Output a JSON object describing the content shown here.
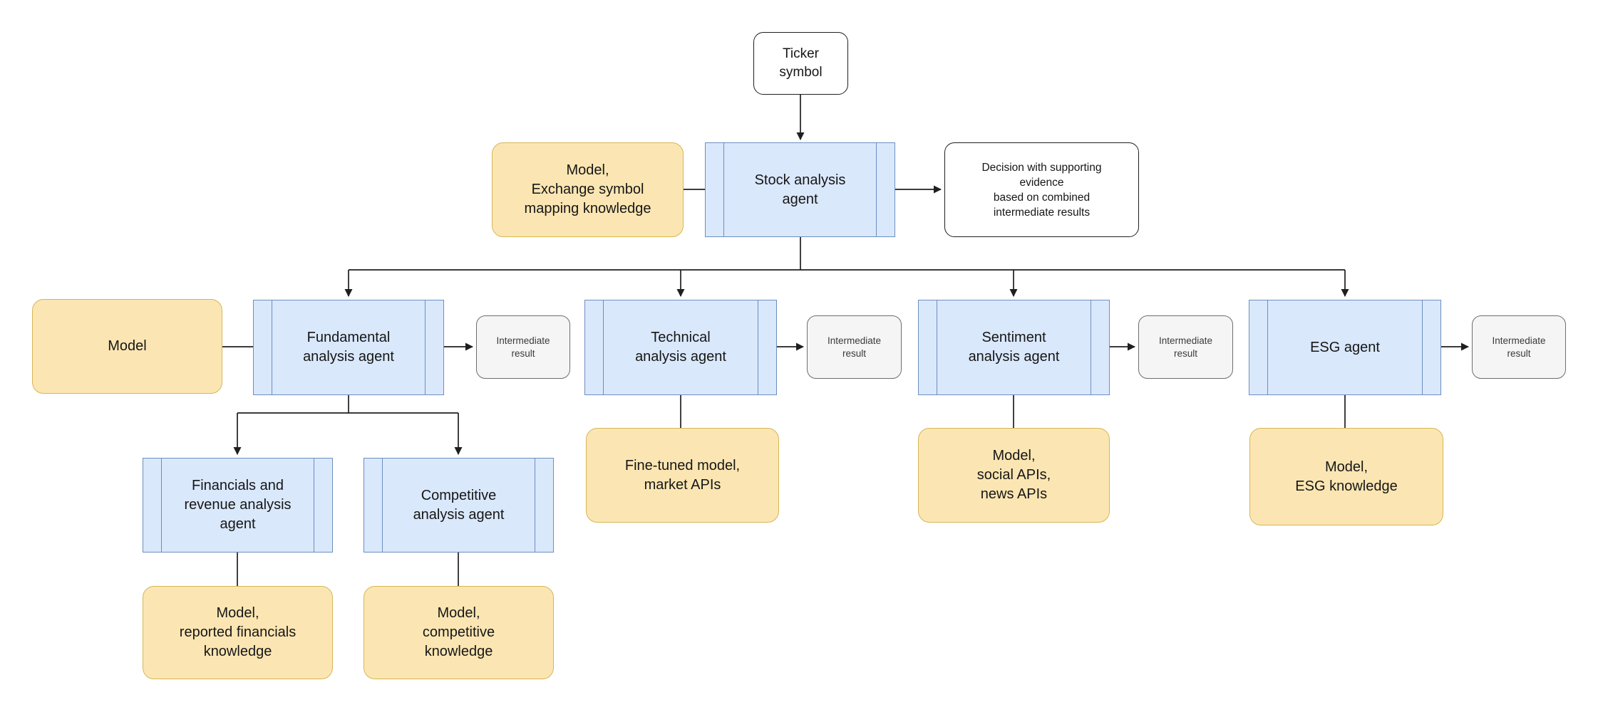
{
  "diagram_type": "flowchart",
  "colors": {
    "agent_fill": "#dae8fc",
    "agent_border": "#6c8ebf",
    "knowledge_fill": "#fbe6b3",
    "knowledge_border": "#d6b656",
    "result_fill": "#f5f5f5",
    "result_border": "#6e6e6e",
    "io_fill": "#ffffff",
    "io_border": "#1f1f1f",
    "connector": "#1f1f1f"
  },
  "nodes": {
    "ticker_input": {
      "label": "Ticker\nsymbol",
      "type": "input"
    },
    "stock_knowledge": {
      "label": "Model,\nExchange symbol\nmapping knowledge",
      "type": "knowledge"
    },
    "stock_agent": {
      "label": "Stock analysis\nagent",
      "type": "agent"
    },
    "decision_output": {
      "label": "Decision with supporting\nevidence\nbased on combined\nintermediate results",
      "type": "output"
    },
    "fundamental_knowledge": {
      "label": "Model",
      "type": "knowledge"
    },
    "fundamental_agent": {
      "label": "Fundamental\nanalysis agent",
      "type": "agent"
    },
    "fundamental_result": {
      "label": "Intermediate\nresult",
      "type": "result"
    },
    "technical_agent": {
      "label": "Technical\nanalysis agent",
      "type": "agent"
    },
    "technical_result": {
      "label": "Intermediate\nresult",
      "type": "result"
    },
    "sentiment_agent": {
      "label": "Sentiment\nanalysis agent",
      "type": "agent"
    },
    "sentiment_result": {
      "label": "Intermediate\nresult",
      "type": "result"
    },
    "esg_agent": {
      "label": "ESG agent",
      "type": "agent"
    },
    "esg_result": {
      "label": "Intermediate\nresult",
      "type": "result"
    },
    "technical_knowledge": {
      "label": "Fine-tuned model,\nmarket APIs",
      "type": "knowledge"
    },
    "sentiment_knowledge": {
      "label": "Model,\nsocial APIs,\nnews APIs",
      "type": "knowledge"
    },
    "esg_knowledge": {
      "label": "Model,\nESG knowledge",
      "type": "knowledge"
    },
    "financials_agent": {
      "label": "Financials and\nrevenue analysis\nagent",
      "type": "agent"
    },
    "competitive_agent": {
      "label": "Competitive\nanalysis agent",
      "type": "agent"
    },
    "financials_knowledge": {
      "label": "Model,\nreported financials\nknowledge",
      "type": "knowledge"
    },
    "competitive_knowledge": {
      "label": "Model,\ncompetitive\nknowledge",
      "type": "knowledge"
    }
  }
}
